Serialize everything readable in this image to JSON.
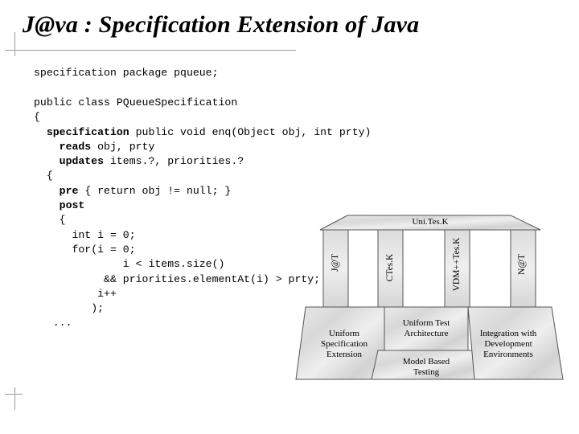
{
  "title": "J@va : Specification Extension of Java",
  "code": {
    "line1": [
      {
        "t": "specification",
        "kw": false
      },
      {
        "t": " package pqueue;",
        "kw": false
      }
    ],
    "block": [
      [
        {
          "t": "public class PQueue",
          "kw": false
        },
        {
          "t": "Specification",
          "kw": false
        }
      ],
      [
        {
          "t": "{",
          "kw": false
        }
      ],
      [
        {
          "t": "  ",
          "kw": false
        },
        {
          "t": "specification",
          "kw": true
        },
        {
          "t": " public void enq(Object obj, int prty)",
          "kw": false
        }
      ],
      [
        {
          "t": "    ",
          "kw": false
        },
        {
          "t": "reads",
          "kw": true
        },
        {
          "t": " obj, prty",
          "kw": false
        }
      ],
      [
        {
          "t": "    ",
          "kw": false
        },
        {
          "t": "updates",
          "kw": true
        },
        {
          "t": " items.?, priorities.?",
          "kw": false
        }
      ],
      [
        {
          "t": "  {",
          "kw": false
        }
      ],
      [
        {
          "t": "    ",
          "kw": false
        },
        {
          "t": "pre",
          "kw": true
        },
        {
          "t": " { return obj != null; }",
          "kw": false
        }
      ],
      [
        {
          "t": "    ",
          "kw": false
        },
        {
          "t": "post",
          "kw": true
        }
      ],
      [
        {
          "t": "    {",
          "kw": false
        }
      ],
      [
        {
          "t": "      int i = 0;",
          "kw": false
        }
      ],
      [
        {
          "t": "      for(i = 0;",
          "kw": false
        }
      ],
      [
        {
          "t": "              i < items.size()",
          "kw": false
        }
      ],
      [
        {
          "t": "           && priorities.elementAt(i) > prty;",
          "kw": false
        }
      ],
      [
        {
          "t": "          i++",
          "kw": false
        }
      ],
      [
        {
          "t": "         );",
          "kw": false
        }
      ],
      [
        {
          "t": "   ...",
          "kw": false
        }
      ]
    ]
  },
  "temple": {
    "roof_label": "Uni.Tes.K",
    "pillars": [
      "J@T",
      "CTes.K",
      "VDM++Tes.K",
      "N@T"
    ],
    "base_left": "Uniform\nSpecification\nExtension",
    "base_center_top": "Uniform Test\nArchitecture",
    "base_center_bottom": "Model Based\nTesting",
    "base_right": "Integration with\nDevelopment\nEnvironments"
  }
}
